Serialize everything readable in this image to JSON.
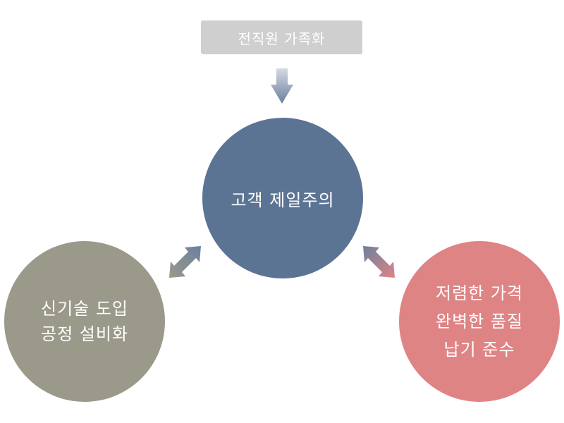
{
  "top_box": {
    "label": "전직원 가족화",
    "color": "#cfcfcf"
  },
  "center_circle": {
    "label": "고객 제일주의",
    "color": "#5c7494"
  },
  "left_circle": {
    "lines": [
      "신기술 도입",
      "공정 설비화"
    ],
    "color": "#9b998a"
  },
  "right_circle": {
    "lines": [
      "저렴한 가격",
      "완벽한 품질",
      "납기 준수"
    ],
    "color": "#df8485"
  },
  "arrows": {
    "down_arrow": {
      "icon": "down-arrow-icon",
      "colors": [
        "#d6dae2",
        "#6a7fa0"
      ]
    },
    "left_arrow": {
      "icon": "double-arrow-icon",
      "colors": [
        "#6b809f",
        "#9b998a"
      ]
    },
    "right_arrow": {
      "icon": "double-arrow-icon",
      "colors": [
        "#6b809f",
        "#df8485"
      ]
    }
  }
}
